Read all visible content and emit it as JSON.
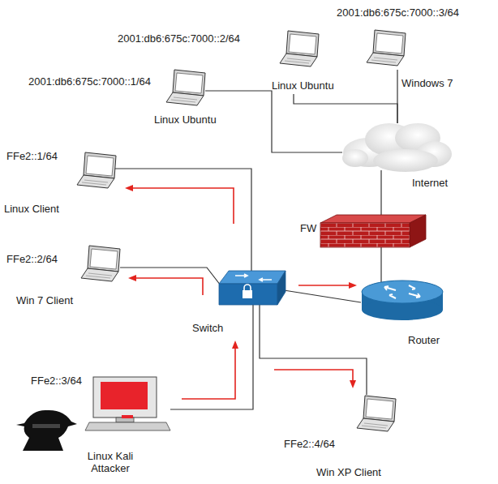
{
  "diagram": {
    "nodes": [
      {
        "text": [
          "2001:db6:675c:7000::3/64",
          "Windows 7"
        ]
      },
      {
        "text": [
          "2001:db6:675c:7000::2/64",
          "Linux Ubuntu"
        ]
      },
      {
        "text": [
          "2001:db6:675c:7000::1/64",
          "Linux Ubuntu"
        ]
      },
      {
        "text": [
          "FFe2::1/64",
          "Linux Client"
        ]
      },
      {
        "text": [
          "Internet"
        ]
      },
      {
        "text": [
          "FFe2::2/64",
          "Win 7 Client"
        ]
      },
      {
        "text": [
          "FW"
        ]
      },
      {
        "text": [
          "Switch"
        ]
      },
      {
        "text": [
          "Router"
        ]
      },
      {
        "text": [
          "FFe2::3/64",
          "Linux Kali Attacker"
        ]
      },
      {
        "text": [
          "FFe2::4/64",
          "Win XP Client"
        ]
      }
    ],
    "edges": [
      {
        "from": 2,
        "to": 4,
        "arrow": "none"
      },
      {
        "from": 1,
        "to": 4,
        "arrow": "none"
      },
      {
        "from": 0,
        "to": 4,
        "arrow": "none"
      },
      {
        "from": 4,
        "to": 6,
        "arrow": "none"
      },
      {
        "from": 6,
        "to": 8,
        "arrow": "none"
      },
      {
        "from": 3,
        "to": 7,
        "arrow": "none"
      },
      {
        "from": 5,
        "to": 7,
        "arrow": "none"
      },
      {
        "from": 7,
        "to": 8,
        "arrow": "none"
      },
      {
        "from": 9,
        "to": 7,
        "arrow": "none"
      },
      {
        "from": 7,
        "to": 10,
        "arrow": "none"
      }
    ]
  }
}
